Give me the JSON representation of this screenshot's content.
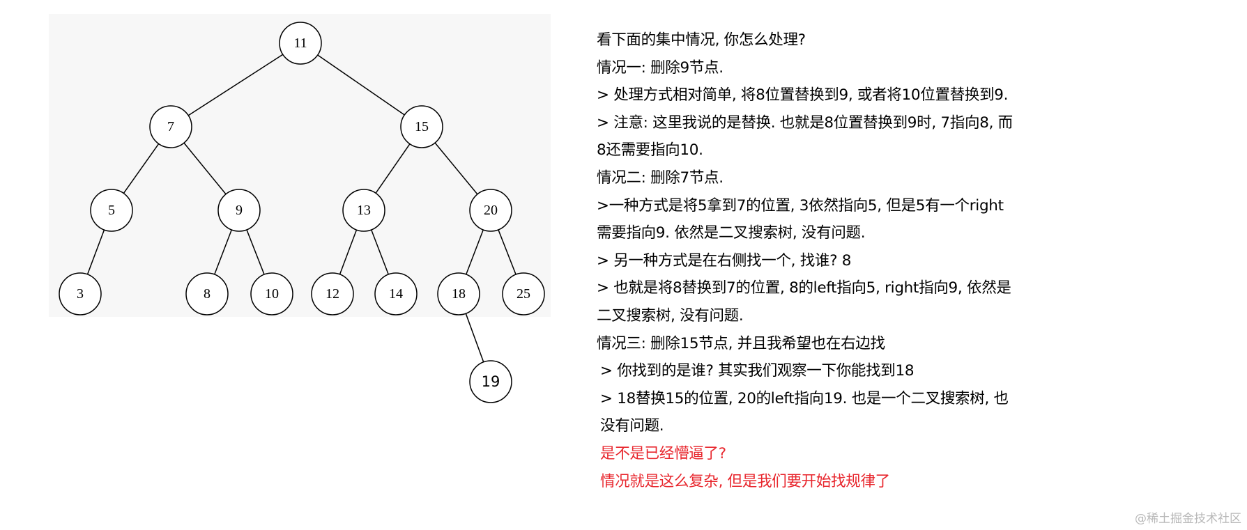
{
  "tree": {
    "nodes": [
      {
        "id": "11",
        "label": "11"
      },
      {
        "id": "7",
        "label": "7"
      },
      {
        "id": "15",
        "label": "15"
      },
      {
        "id": "5",
        "label": "5"
      },
      {
        "id": "9",
        "label": "9"
      },
      {
        "id": "13",
        "label": "13"
      },
      {
        "id": "20",
        "label": "20"
      },
      {
        "id": "3",
        "label": "3"
      },
      {
        "id": "8",
        "label": "8"
      },
      {
        "id": "10",
        "label": "10"
      },
      {
        "id": "12",
        "label": "12"
      },
      {
        "id": "14",
        "label": "14"
      },
      {
        "id": "18",
        "label": "18"
      },
      {
        "id": "25",
        "label": "25"
      },
      {
        "id": "19",
        "label": "19"
      }
    ],
    "edges": [
      [
        "11",
        "7"
      ],
      [
        "11",
        "15"
      ],
      [
        "7",
        "5"
      ],
      [
        "7",
        "9"
      ],
      [
        "15",
        "13"
      ],
      [
        "15",
        "20"
      ],
      [
        "5",
        "3"
      ],
      [
        "9",
        "8"
      ],
      [
        "9",
        "10"
      ],
      [
        "13",
        "12"
      ],
      [
        "13",
        "14"
      ],
      [
        "20",
        "18"
      ],
      [
        "20",
        "25"
      ],
      [
        "18",
        "19"
      ]
    ]
  },
  "text": {
    "line1": "看下面的集中情况, 你怎么处理?",
    "line2": "情况一: 删除9节点.",
    "line3": "> 处理方式相对简单, 将8位置替换到9, 或者将10位置替换到9.",
    "line4": "> 注意: 这里我说的是替换. 也就是8位置替换到9时, 7指向8, 而",
    "line5": "8还需要指向10.",
    "line6": "情况二: 删除7节点.",
    "line7": ">一种方式是将5拿到7的位置, 3依然指向5, 但是5有一个right",
    "line8": "需要指向9. 依然是二叉搜索树, 没有问题.",
    "line9": "> 另一种方式是在右侧找一个, 找谁? 8",
    "line10": "> 也就是将8替换到7的位置, 8的left指向5, right指向9, 依然是",
    "line11": "二叉搜索树, 没有问题.",
    "line12": "情况三: 删除15节点, 并且我希望也在右边找",
    "line13": " > 你找到的是谁? 其实我们观察一下你能找到18",
    "line14": " > 18替换15的位置, 20的left指向19. 也是一个二叉搜索树, 也",
    "line15": "没有问题.",
    "line16": "是不是已经懵逼了?",
    "line17": "情况就是这么复杂, 但是我们要开始找规律了"
  },
  "colors": {
    "highlight": "#e8262d",
    "watermark": "#b8b8b8"
  },
  "watermark": "@稀土掘金技术社区"
}
